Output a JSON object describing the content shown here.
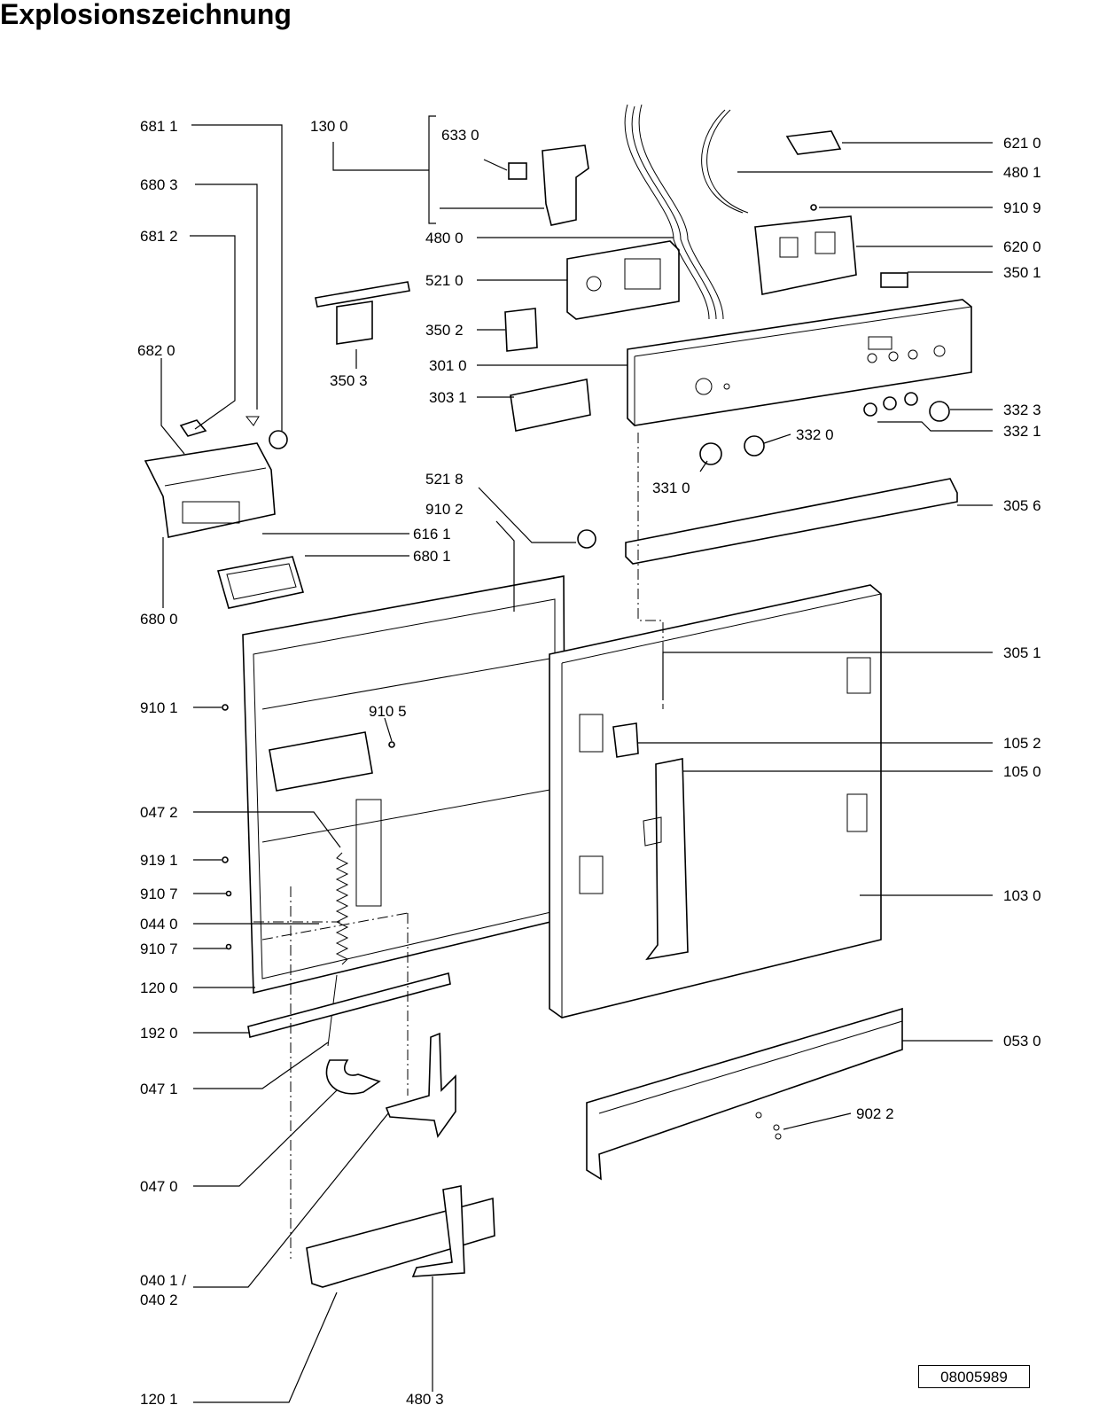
{
  "title": "Explosionszeichnung",
  "drawing_number": "08005989",
  "labels": {
    "p6811": "681 1",
    "p6803": "680 3",
    "p6812": "681 2",
    "p6820": "682 0",
    "p6161": "616 1",
    "p6801": "680 1",
    "p6800": "680 0",
    "p1300": "130 0",
    "p6330": "633 0",
    "p4800": "480 0",
    "p5210": "521 0",
    "p3503": "350 3",
    "p3502": "350 2",
    "p3010": "301 0",
    "p3031": "303 1",
    "p5218": "521 8",
    "p9102": "910 2",
    "p3310": "331 0",
    "p3320": "332 0",
    "p6210": "621 0",
    "p4801": "480 1",
    "p9109": "910 9",
    "p6200": "620 0",
    "p3501": "350 1",
    "p3323": "332 3",
    "p3321": "332 1",
    "p3056": "305 6",
    "p3051": "305 1",
    "p1052": "105 2",
    "p1050": "105 0",
    "p1030": "103 0",
    "p0530": "053 0",
    "p9022": "902 2",
    "p9101": "910 1",
    "p9105": "910 5",
    "p0472": "047 2",
    "p9191": "919 1",
    "p9107a": "910 7",
    "p0440": "044 0",
    "p9107b": "910 7",
    "p1200": "120 0",
    "p1920": "192 0",
    "p0471": "047 1",
    "p0470": "047 0",
    "p0401": "040 1 /",
    "p0402": "040 2",
    "p1201": "120 1",
    "p4803": "480 3"
  }
}
